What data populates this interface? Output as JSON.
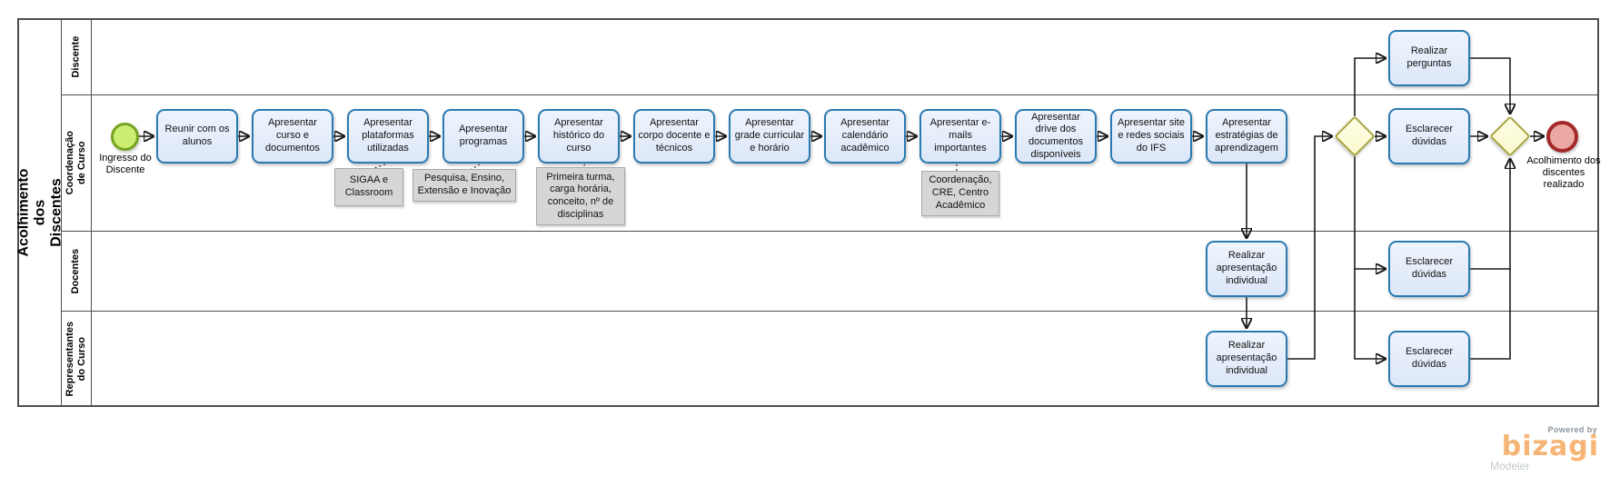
{
  "diagram": {
    "pool_title": "Acolhimento dos Discentes",
    "lanes": [
      {
        "label": "Discente"
      },
      {
        "label": "Coordenação de Curso"
      },
      {
        "label": "Docentes"
      },
      {
        "label": "Representantes do Curso"
      }
    ],
    "start_event_label": "Ingresso do Discente",
    "end_event_label": "Acolhimento dos discentes realizado",
    "tasks": {
      "reunir": "Reunir com os alunos",
      "curso_documentos": "Apresentar curso e documentos",
      "plataformas": "Apresentar plataformas utilizadas",
      "programas": "Apresentar programas",
      "historico": "Apresentar histórico do curso",
      "corpo_docente": "Apresentar corpo docente e técnicos",
      "grade": "Apresentar grade curricular e horário",
      "calendario": "Apresentar calendário acadêmico",
      "emails": "Apresentar e-mails importantes",
      "drive": "Apresentar drive dos documentos disponíveis",
      "site_redes": "Apresentar site e redes sociais do IFS",
      "estrategias": "Apresentar estratégias de aprendizagem",
      "perguntas": "Realizar perguntas",
      "esclarecer_coordenacao": "Esclarecer dúvidas",
      "esclarecer_docentes": "Esclarecer dúvidas",
      "esclarecer_representantes": "Esclarecer dúvidas",
      "apresentacao_docentes": "Realizar apresentação individual",
      "apresentacao_representantes": "Realizar apresentação individual"
    },
    "annotations": {
      "plataformas": "SIGAA e Classroom",
      "programas": "Pesquisa, Ensino, Extensão e Inovação",
      "historico": "Primeira turma, carga horária, conceito, nº de disciplinas",
      "emails": "Coordenação, CRE, Centro Acadêmico"
    }
  },
  "branding": {
    "powered_by": "Powered by",
    "logo": "bizagi",
    "product": "Modeler"
  },
  "colors": {
    "task_border": "#2a7ab2",
    "task_fill_top": "#eff4fd",
    "task_fill_bottom": "#dce7f8",
    "gateway_fill": "#fbfad0",
    "gateway_border": "#a8a63e",
    "start_fill": "#cbed72",
    "start_border": "#76a421",
    "end_fill": "#eba7a1",
    "end_border": "#a3292a",
    "annotation_fill": "#d6d6d6",
    "annotation_border": "#a9a9a9",
    "lane_border": "#4d4d4d",
    "flow": "#1a1a1a",
    "logo_orange": "#f6b475"
  }
}
